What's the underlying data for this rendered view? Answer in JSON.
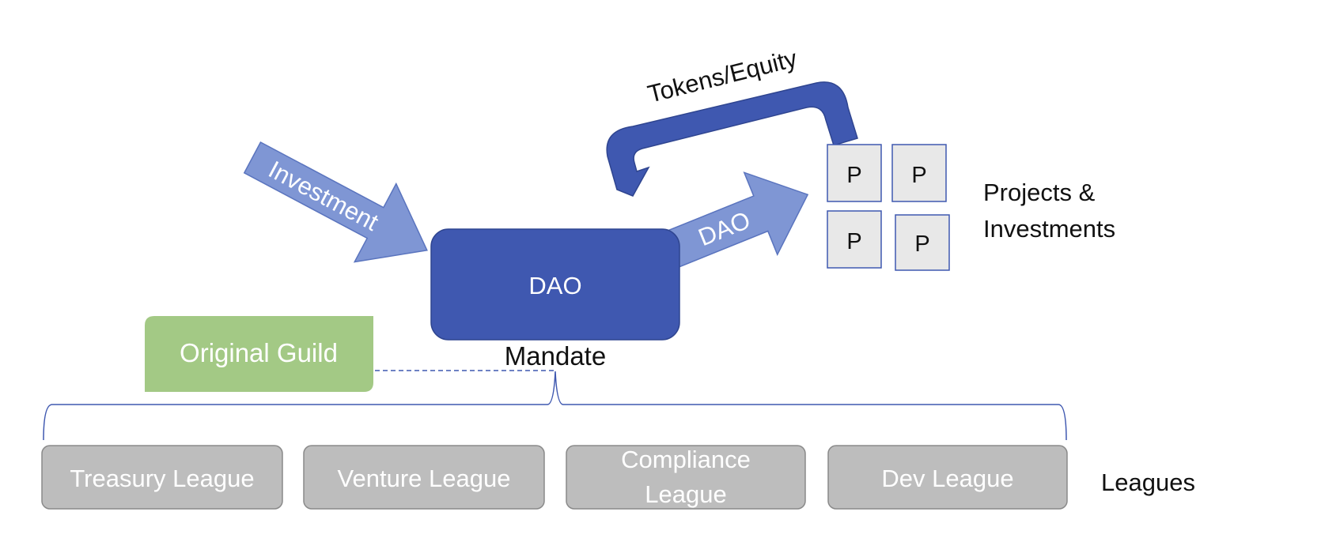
{
  "diagram": {
    "dao_box": {
      "label": "DAO",
      "color": "#3F58B0"
    },
    "investment_arrow": {
      "label": "Investment",
      "color": "#7F96D4"
    },
    "dao_arrow": {
      "label": "DAO",
      "color": "#7F96D4"
    },
    "tokens_arrow": {
      "label": "Tokens/Equity",
      "color": "#3F58B0"
    },
    "projects": {
      "tiles": [
        "P",
        "P",
        "P",
        "P"
      ],
      "label_line1": "Projects &",
      "label_line2": "Investments",
      "tile_color": "#E8E8E8",
      "tile_border": "#3F58B0"
    },
    "guild": {
      "label": "Original Guild",
      "color": "#A3C985"
    },
    "mandate": {
      "label": "Mandate"
    },
    "leagues": {
      "items": [
        {
          "label_line1": "Treasury League",
          "label_line2": ""
        },
        {
          "label_line1": "Venture League",
          "label_line2": ""
        },
        {
          "label_line1": "Compliance",
          "label_line2": "League"
        },
        {
          "label_line1": "Dev League",
          "label_line2": ""
        }
      ],
      "group_label": "Leagues",
      "color": "#BDBDBD"
    }
  }
}
